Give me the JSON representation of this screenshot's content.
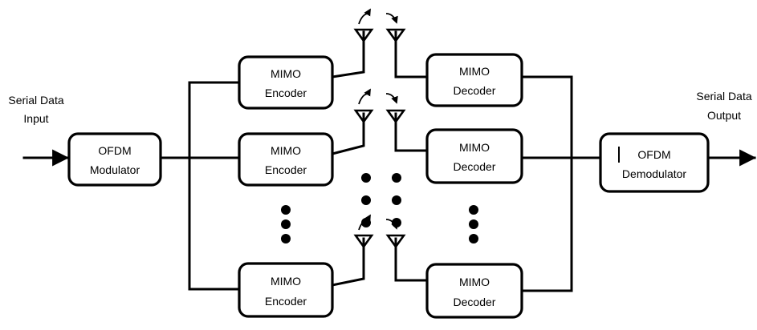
{
  "input_label": {
    "line1": "Serial Data",
    "line2": "Input"
  },
  "output_label": {
    "line1": "Serial Data",
    "line2": "Output"
  },
  "ofdm_modulator": {
    "line1": "OFDM",
    "line2": "Modulator"
  },
  "ofdm_demodulator": {
    "line1": "OFDM",
    "line2": "Demodulator"
  },
  "encoders": [
    {
      "line1": "MIMO",
      "line2": "Encoder"
    },
    {
      "line1": "MIMO",
      "line2": "Encoder"
    },
    {
      "line1": "MIMO",
      "line2": "Encoder"
    }
  ],
  "decoders": [
    {
      "line1": "MIMO",
      "line2": "Decoder"
    },
    {
      "line1": "MIMO",
      "line2": "Decoder"
    },
    {
      "line1": "MIMO",
      "line2": "Decoder"
    }
  ]
}
